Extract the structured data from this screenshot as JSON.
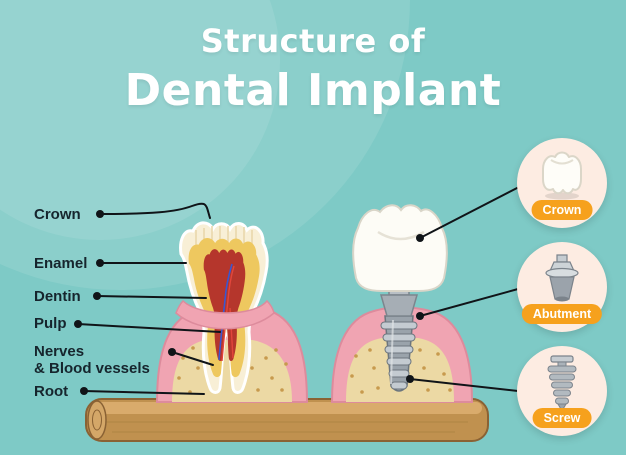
{
  "title": {
    "line1": "Structure of",
    "line2": "Dental Implant"
  },
  "labels": [
    {
      "text": "Crown"
    },
    {
      "text": "Enamel"
    },
    {
      "text": "Dentin"
    },
    {
      "text": "Pulp"
    },
    {
      "text": "Nerves",
      "text2": "& Blood vessels"
    },
    {
      "text": "Root"
    }
  ],
  "badges": [
    {
      "label": "Crown",
      "icon": "implant-crown-icon"
    },
    {
      "label": "Abutment",
      "icon": "implant-abutment-icon"
    },
    {
      "label": "Screw",
      "icon": "implant-screw-icon"
    }
  ],
  "palette": {
    "background_teal": "#7ecac6",
    "title_white": "#ffffff",
    "label_text": "#16252d",
    "leader_line_black": "#101418",
    "badge_circle_cream": "#fdece2",
    "badge_pill_orange": "#f6a11d",
    "badge_pill_text": "#ffffff",
    "gum_pink": "#f0a4b2",
    "bone_tan": "#ecd9a4",
    "bone_speckle_brown": "#c79a4e",
    "tooth_enamel_cream": "#f8efd6",
    "tooth_dentin_yellow": "#eec85f",
    "tooth_pulp_red": "#b5362c",
    "vessel_blue": "#3a57d0",
    "vessel_red": "#e2463b",
    "implant_metal_gray": "#9aa3ab",
    "implant_metal_light": "#c4cbd1",
    "wood_brown": "#c0914f",
    "wood_light": "#d9ab6c"
  }
}
